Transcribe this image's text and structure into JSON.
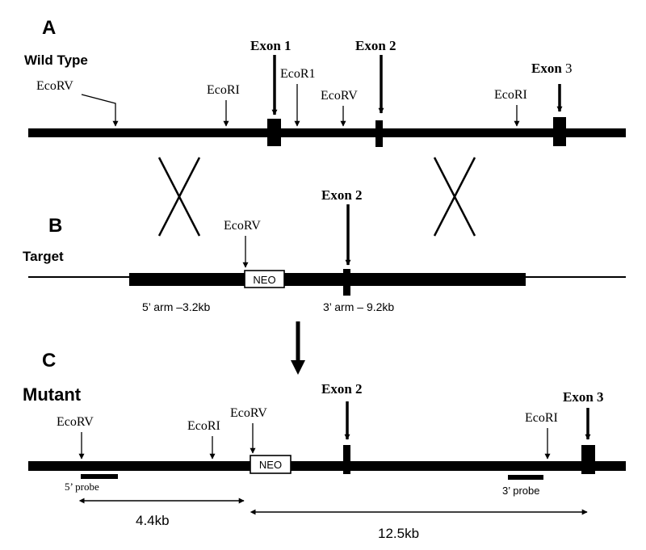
{
  "colors": {
    "line": "#000000",
    "background": "#ffffff"
  },
  "panel_a": {
    "letter": "A",
    "title": "Wild Type",
    "labels": {
      "ecorv_1": "EcoRV",
      "ecori_1": "EcoRI",
      "exon1": "Exon 1",
      "ecori_2": "EcoR1",
      "ecorv_2": "EcoRV",
      "exon2": "Exon 2",
      "ecori_3": "EcoRI",
      "exon3_word": "Exon",
      "exon3_num": "3"
    }
  },
  "panel_b": {
    "letter": "B",
    "title": "Target",
    "labels": {
      "ecorv": "EcoRV",
      "exon2": "Exon 2",
      "neo": "NEO",
      "arm5": "5’ arm –3.2kb",
      "arm3": "3’ arm – 9.2kb"
    }
  },
  "panel_c": {
    "letter": "C",
    "title": "Mutant",
    "labels": {
      "ecorv_1": "EcoRV",
      "ecori_1": "EcoRI",
      "ecorv_2": "EcoRV",
      "exon2": "Exon 2",
      "neo": "NEO",
      "ecori_2": "EcoRI",
      "exon3": "Exon 3",
      "probe5": "5’ probe",
      "probe3": "3’ probe",
      "dist1": "4.4kb",
      "dist2": "12.5kb"
    }
  }
}
